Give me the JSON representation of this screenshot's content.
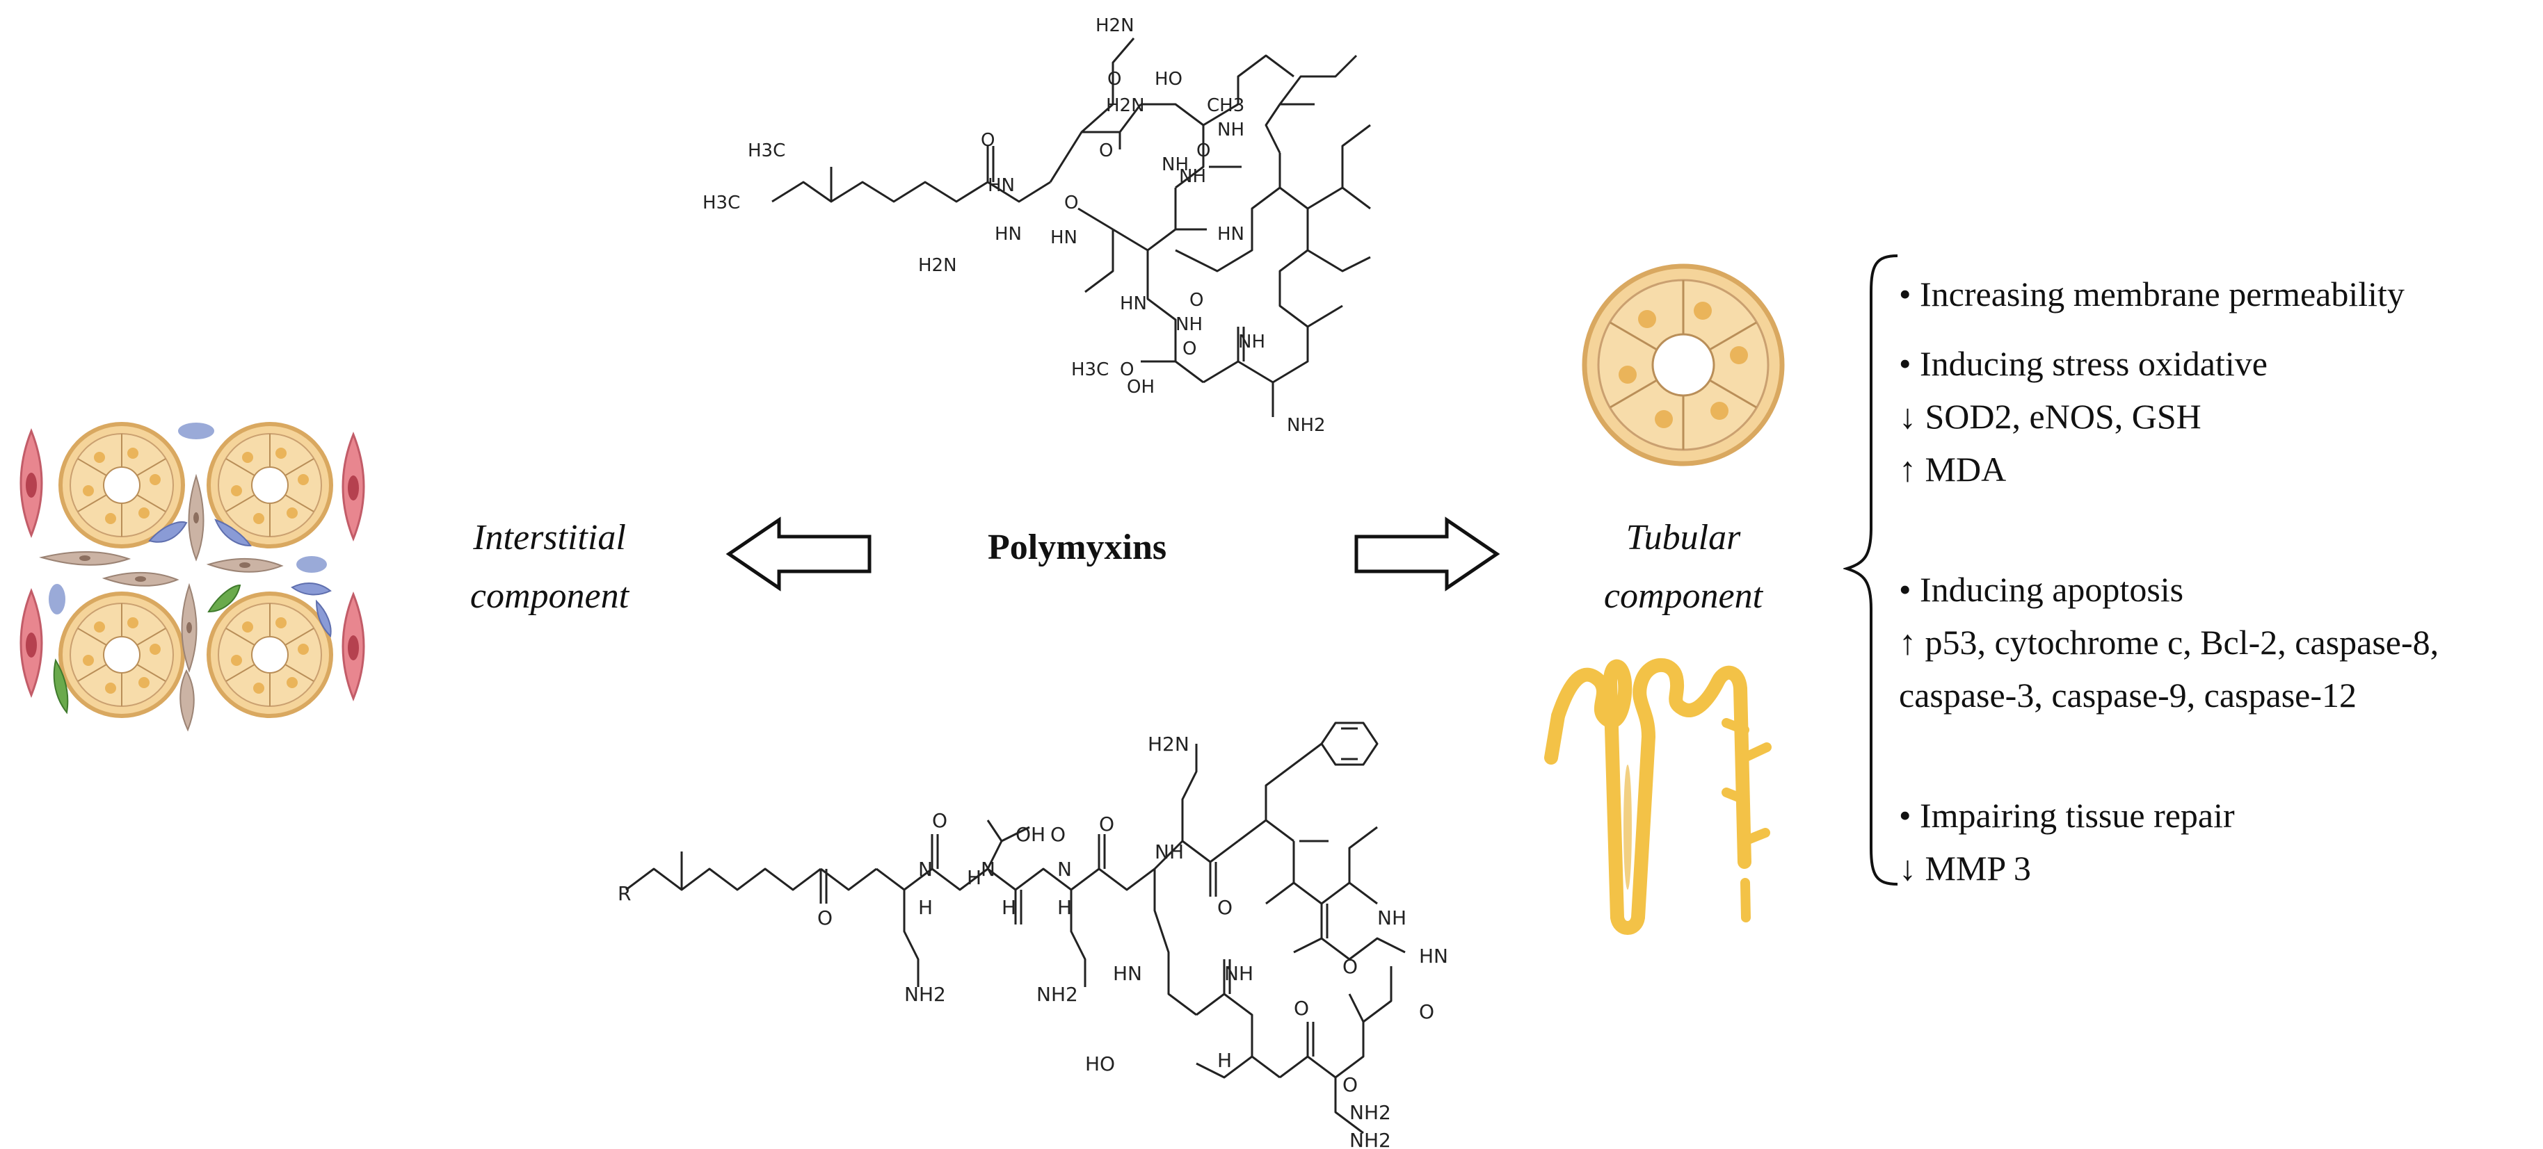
{
  "center": {
    "title": "Polymyxins"
  },
  "left": {
    "line1": "Interstitial",
    "line2": "component"
  },
  "right": {
    "line1": "Tubular",
    "line2": "component"
  },
  "effects": {
    "membrane": "• Increasing membrane permeability",
    "stress": "• Inducing stress oxidative",
    "stress_down": "↓ SOD2, eNOS, GSH",
    "stress_up": "↑ MDA",
    "apoptosis": "• Inducing apoptosis",
    "apoptosis_up_1": "↑ p53, cytochrome c, Bcl-2, caspase-8,",
    "apoptosis_up_2": "caspase-3, caspase-9, caspase-12",
    "repair": "• Impairing tissue repair",
    "repair_down": "↓ MMP 3"
  },
  "molecule_top": {
    "labels": [
      "H2N",
      "O",
      "HO",
      "CH3",
      "H2N",
      "O",
      "NH",
      "H3C",
      "H3C",
      "HN",
      "O",
      "HN",
      "H2N",
      "O",
      "HN",
      "NH",
      "O",
      "NH",
      "HN",
      "O",
      "HN",
      "O",
      "NH",
      "NH",
      "H3C",
      "OH",
      "O",
      "NH2"
    ]
  },
  "molecule_bottom": {
    "labels": [
      "H2N",
      "R",
      "O",
      "H",
      "OH",
      "O",
      "N",
      "H",
      "N",
      "H",
      "N",
      "H",
      "NH",
      "O",
      "O",
      "O",
      "NH2",
      "NH2",
      "HN",
      "O",
      "NH",
      "HN",
      "O",
      "O",
      "NH2",
      "HO",
      "H",
      "NH",
      "O",
      "NH2"
    ]
  },
  "colors": {
    "tubule_fill": "#f5d49a",
    "tubule_ring": "#d9a860",
    "cell_nucleus": "#eab45a",
    "nephron": "#f3c247",
    "fibroblast_red": "#e8868f",
    "fibroblast_tan": "#cbb3a4",
    "cell_blue": "#8a9bd6",
    "cell_green": "#6aaa4c",
    "text": "#111111"
  }
}
